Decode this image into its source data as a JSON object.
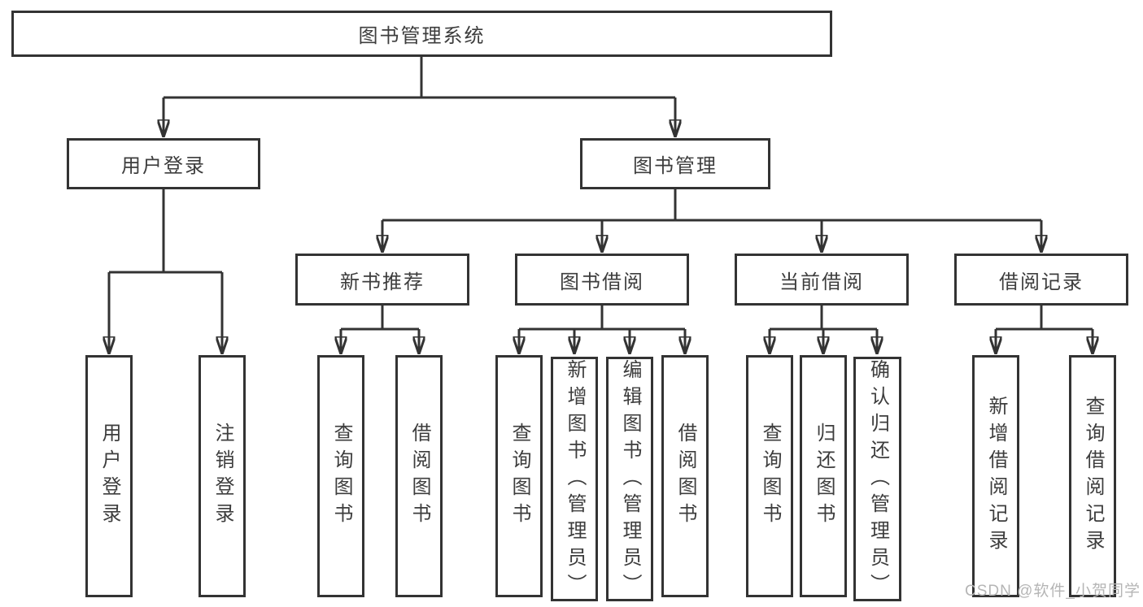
{
  "diagram": {
    "title_node": "图书管理系统",
    "tree": {
      "root": "图书管理系统",
      "level2": [
        {
          "label": "用户登录",
          "children": [
            "用户登录",
            "注销登录"
          ]
        },
        {
          "label": "图书管理",
          "children": [
            {
              "label": "新书推荐",
              "children": [
                "查询图书",
                "借阅图书"
              ]
            },
            {
              "label": "图书借阅",
              "children": [
                "查询图书",
                "新增图书（管理员）",
                "编辑图书（管理员）",
                "借阅图书"
              ]
            },
            {
              "label": "当前借阅",
              "children": [
                "查询图书",
                "归还图书",
                "确认归还（管理员）"
              ]
            },
            {
              "label": "借阅记录",
              "children": [
                "新增借阅记录",
                "查询借阅记录"
              ]
            }
          ]
        }
      ]
    },
    "colors": {
      "line": "#333333",
      "text": "#3d3d3d",
      "background": "#ffffff",
      "watermark": "#b5b5b5"
    }
  },
  "watermark": {
    "text": "CSDN @软件_小贺同学"
  }
}
